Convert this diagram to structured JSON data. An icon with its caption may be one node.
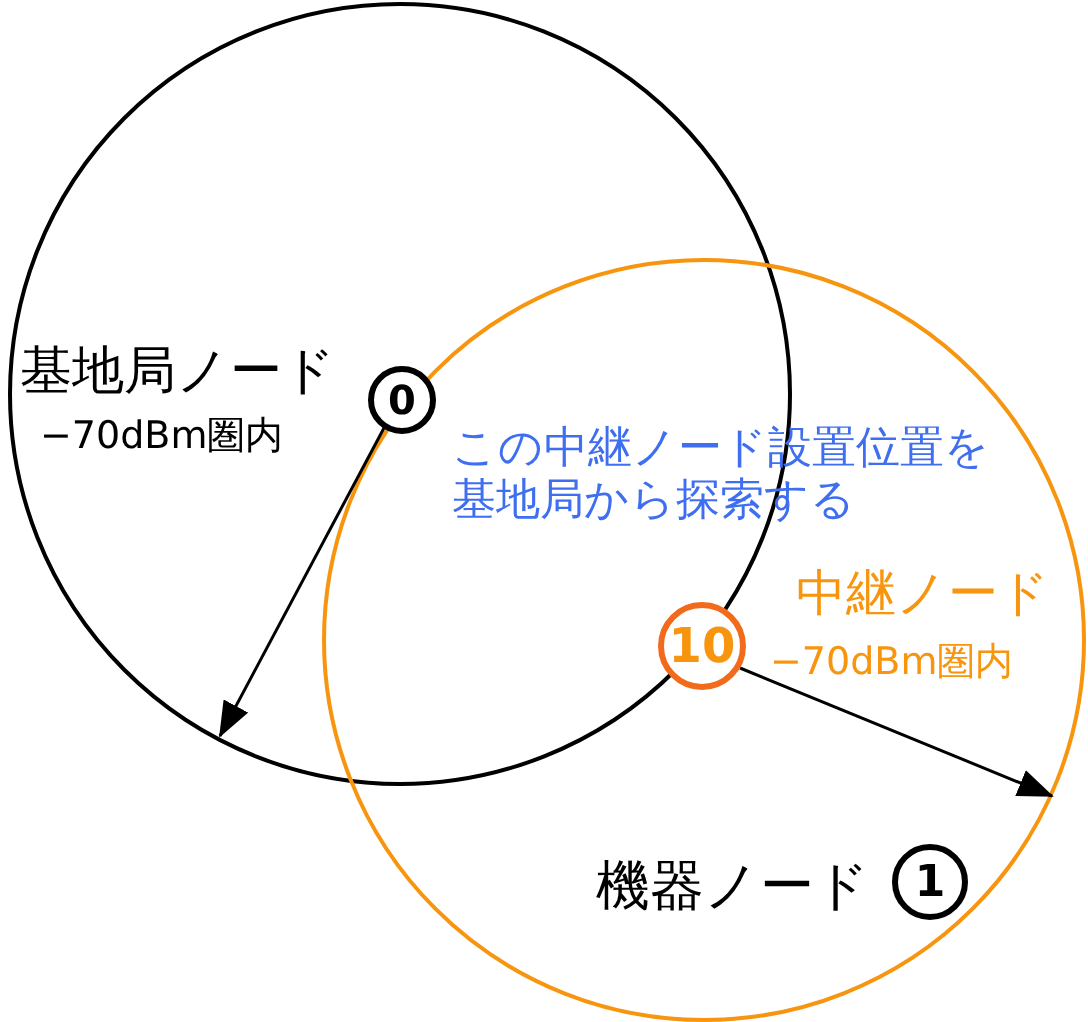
{
  "diagram": {
    "nodes": [
      {
        "text": [
          "0"
        ],
        "beside": [
          "基地局ノード",
          "−70dBm圏内"
        ]
      },
      {
        "text": [
          "10"
        ],
        "beside": [
          "中継ノード",
          "−70dBm圏内"
        ]
      },
      {
        "text": [
          "1"
        ],
        "beside": [
          "機器ノード"
        ]
      }
    ],
    "edges": [],
    "labels": [
      "この中継ノード設置位置を基地局から探索する"
    ]
  }
}
